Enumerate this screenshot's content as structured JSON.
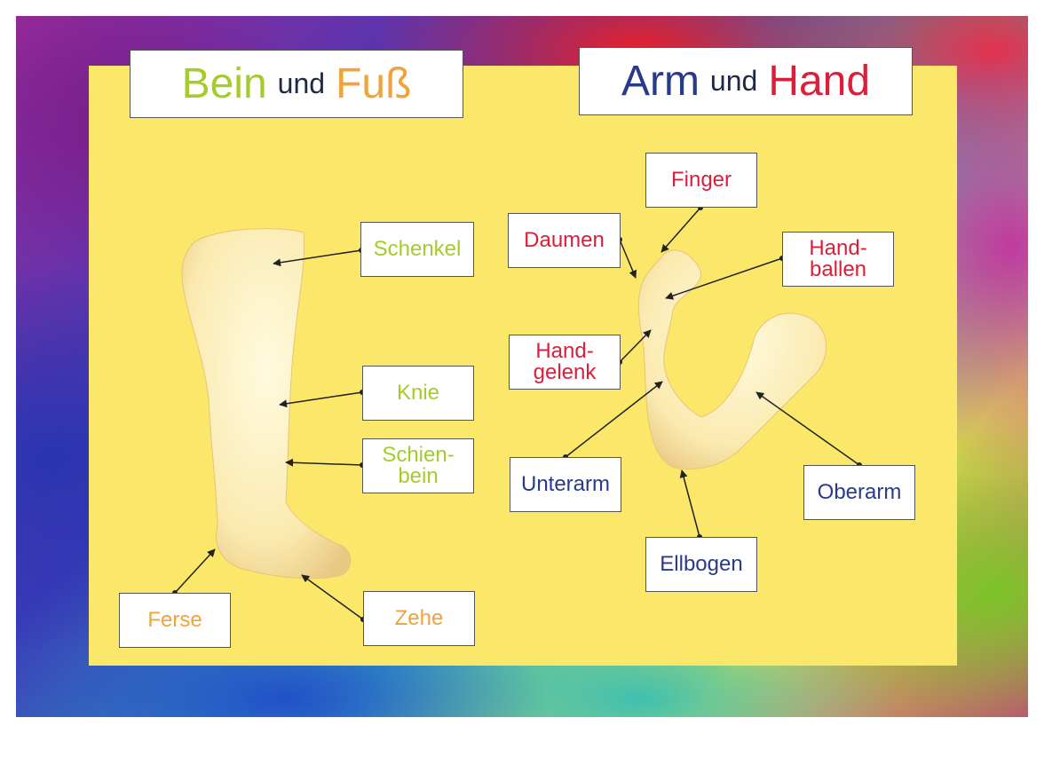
{
  "titles": {
    "left": {
      "part1": "Bein",
      "connector": "und",
      "part2": "Fuß"
    },
    "right": {
      "part1": "Arm",
      "connector": "und",
      "part2": "Hand"
    }
  },
  "colors": {
    "green": "#a4cc2c",
    "orange": "#f0a23c",
    "red": "#d8203a",
    "blue": "#2a3a8a",
    "panel": "#fbe86a"
  },
  "leg_labels": {
    "schenkel": "Schenkel",
    "knie": "Knie",
    "schienbein_line1": "Schien-",
    "schienbein_line2": "bein",
    "ferse": "Ferse",
    "zehe": "Zehe"
  },
  "arm_labels": {
    "finger": "Finger",
    "daumen": "Daumen",
    "handballen_line1": "Hand-",
    "handballen_line2": "ballen",
    "handgelenk_line1": "Hand-",
    "handgelenk_line2": "gelenk",
    "unterarm": "Unterarm",
    "oberarm": "Oberarm",
    "ellbogen": "Ellbogen"
  }
}
